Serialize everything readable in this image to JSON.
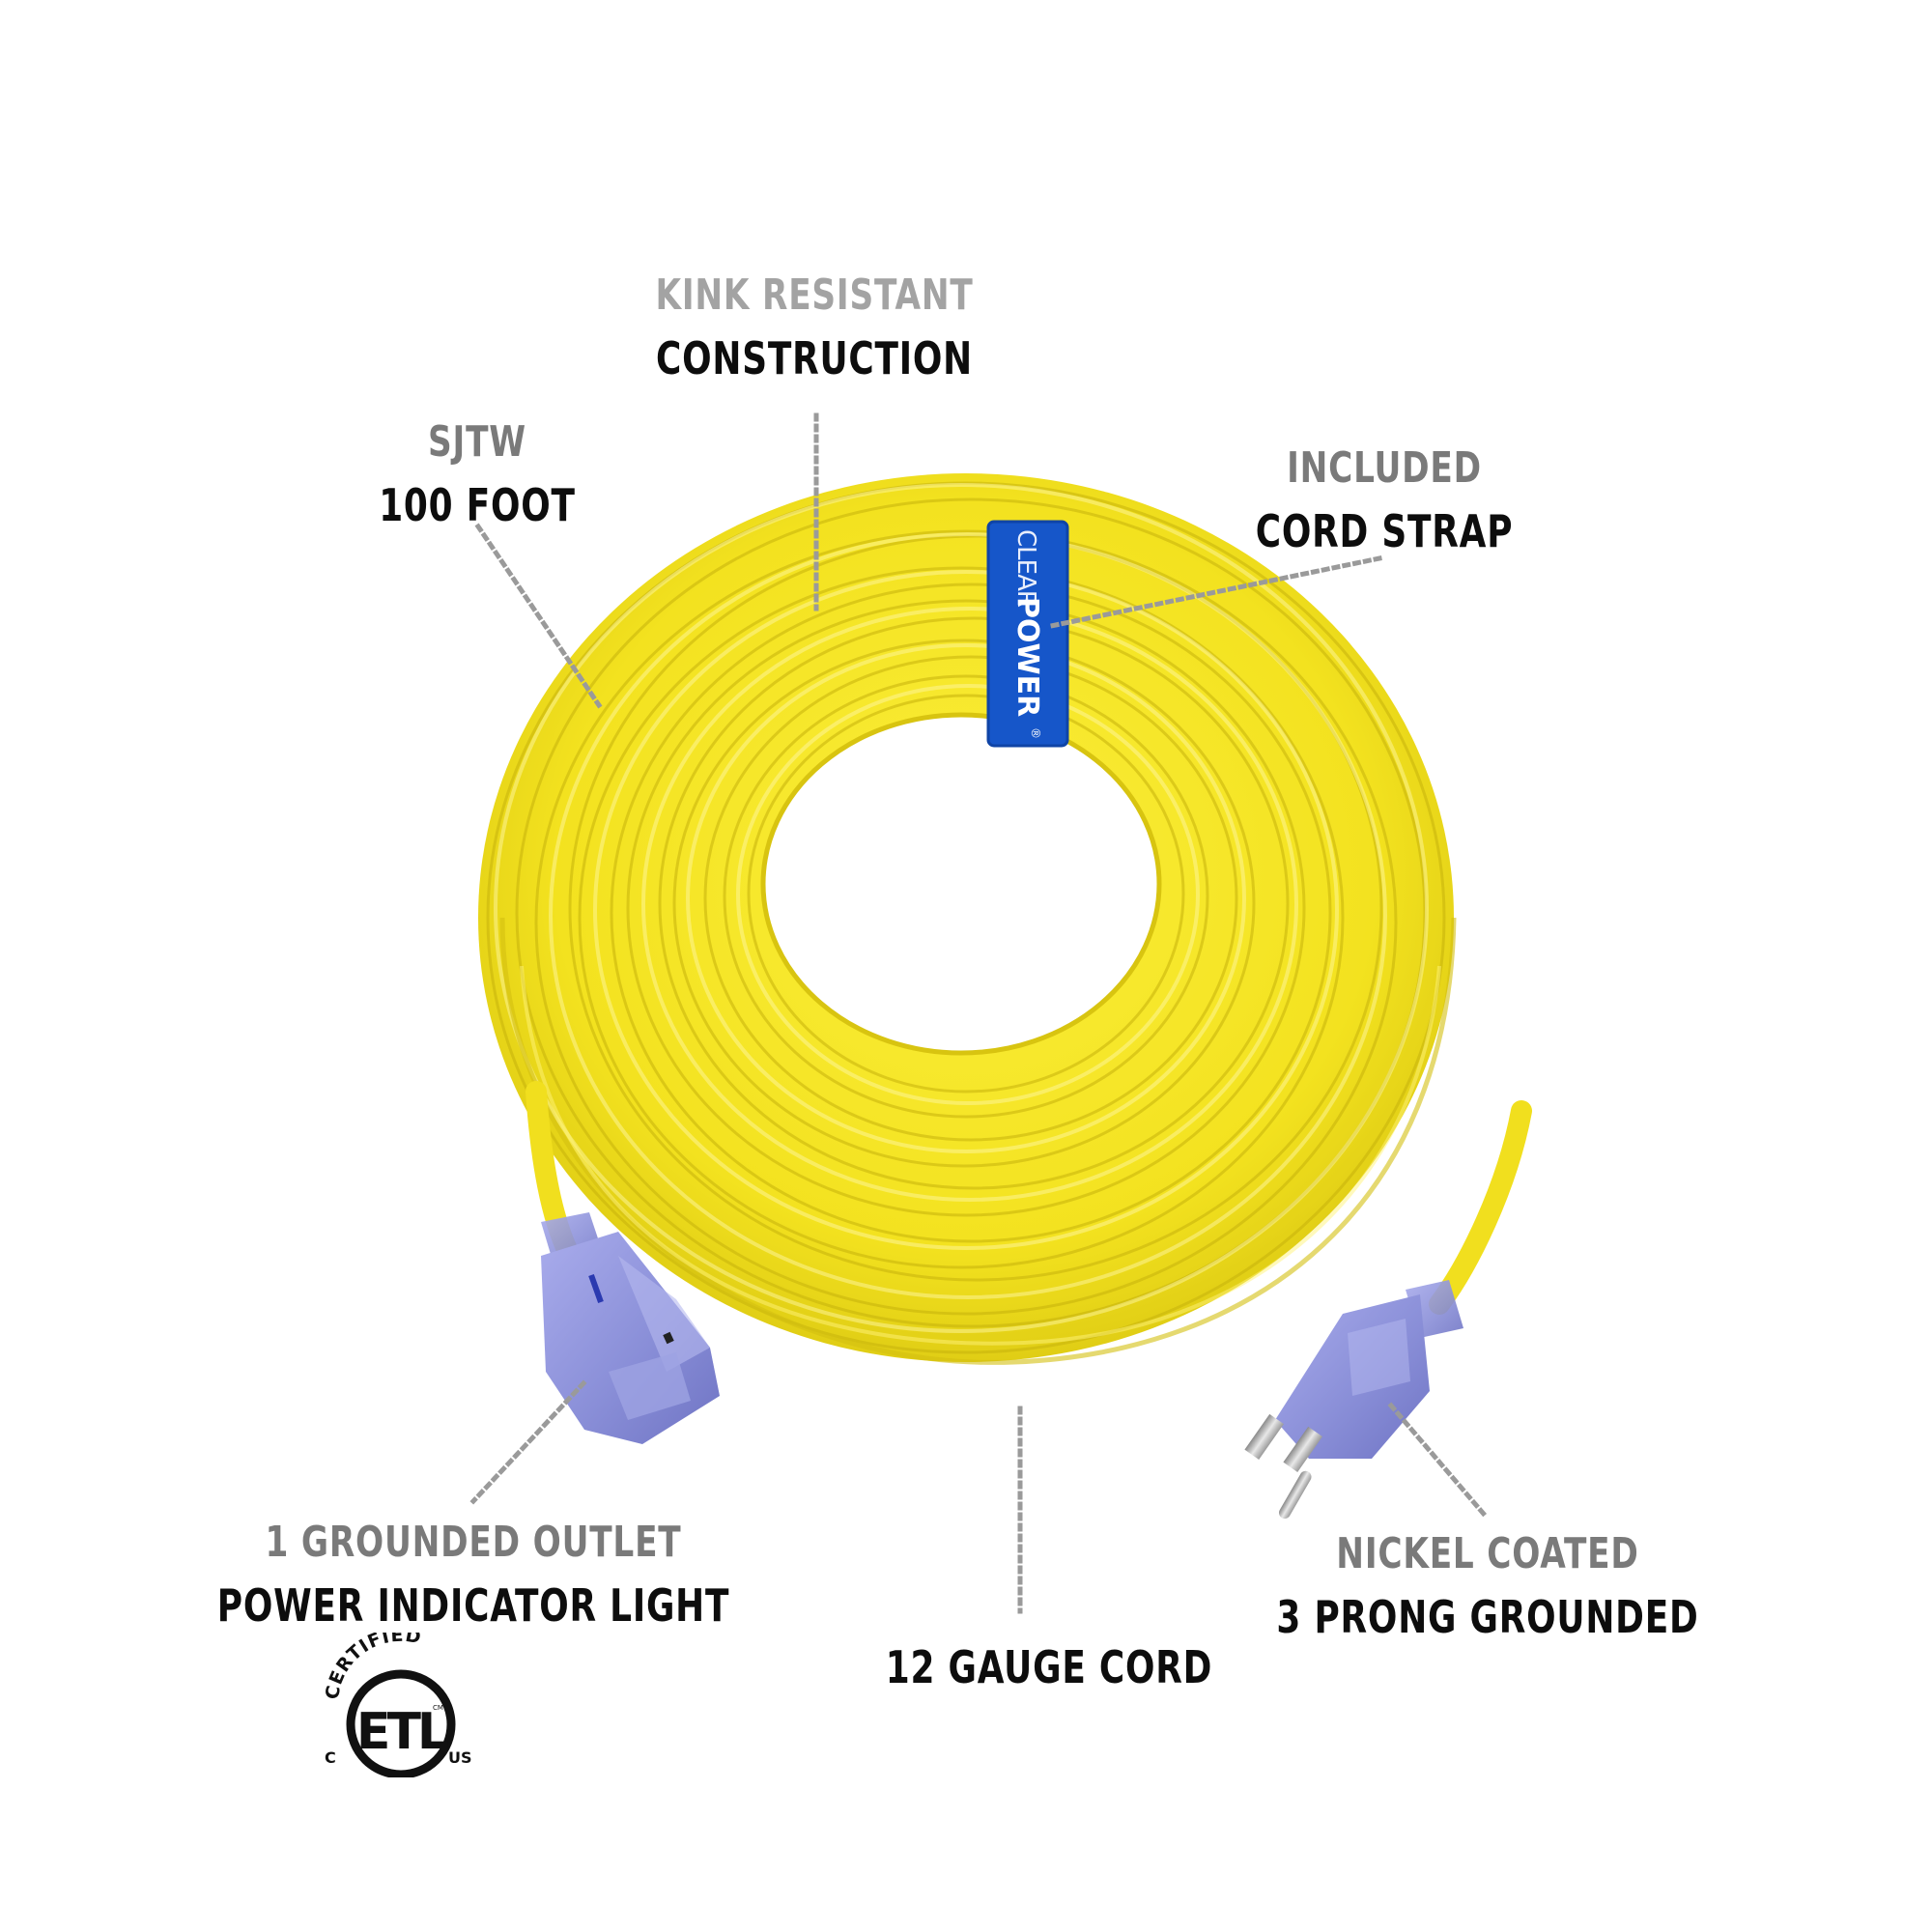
{
  "product": {
    "name": "Yellow 100 ft extension cord",
    "cord_color": "#f2e01c",
    "cord_shadow": "#c9b40e",
    "plug_color": "#8f92d9",
    "strap_color": "#1656c9"
  },
  "strap": {
    "brand_light": "CLEAR",
    "brand_bold": "POWER",
    "registered": "®"
  },
  "callouts": [
    {
      "id": "kink",
      "line1": "KINK RESISTANT",
      "line2": "CONSTRUCTION"
    },
    {
      "id": "sjtw",
      "line1": "SJTW",
      "line2": "100 FOOT"
    },
    {
      "id": "strap",
      "line1": "INCLUDED",
      "line2": "CORD STRAP"
    },
    {
      "id": "outlet",
      "line1": "1 GROUNDED OUTLET",
      "line2": "POWER INDICATOR LIGHT"
    },
    {
      "id": "gauge",
      "line1": "",
      "line2": "12 GAUGE CORD"
    },
    {
      "id": "prong",
      "line1": "NICKEL COATED",
      "line2": "3 PRONG GROUNDED"
    }
  ],
  "certification": {
    "arc_text": "CERTIFIED",
    "mark": "ETL",
    "left": "C",
    "right": "US",
    "superscript": "CM"
  },
  "colors": {
    "label_gray": "#7a7a7a",
    "label_light_gray": "#a3a3a3",
    "label_black": "#0d0d0d",
    "leader_dots": "#9a9a9a"
  }
}
